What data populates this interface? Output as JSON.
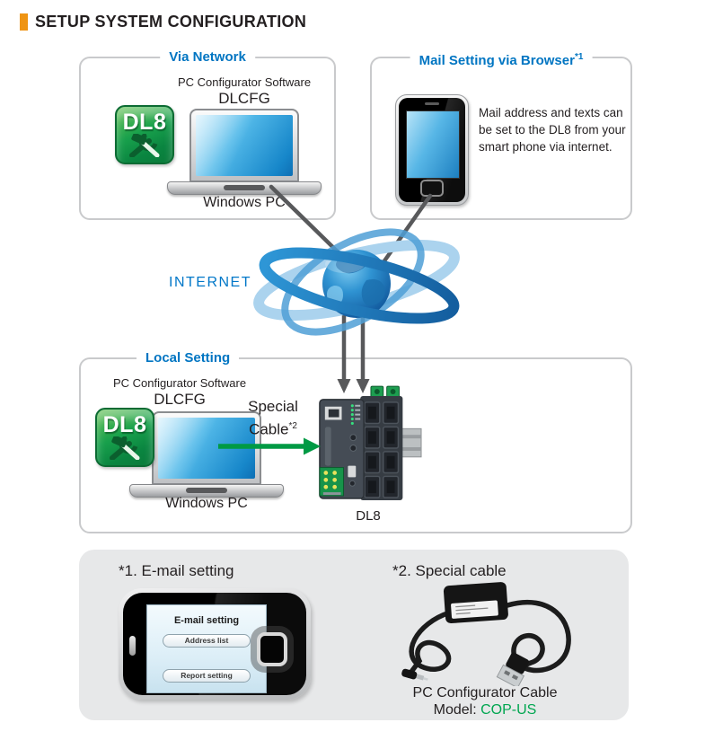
{
  "header": {
    "title": "SETUP SYSTEM CONFIGURATION"
  },
  "via_network": {
    "title": "Via Network",
    "software_label": "PC Configurator Software",
    "software_name": "DLCFG",
    "app_icon_label": "DL8",
    "pc_label": "Windows PC"
  },
  "mail_setting": {
    "title": "Mail Setting via Browser",
    "title_note": "*1",
    "description": "Mail address and texts can be set to the DL8 from your smart phone via internet."
  },
  "internet_label": "INTERNET",
  "local_setting": {
    "title": "Local Setting",
    "software_label": "PC Configurator Software",
    "software_name": "DLCFG",
    "app_icon_label": "DL8",
    "pc_label": "Windows PC",
    "cable_word1": "Special",
    "cable_word2": "Cable",
    "cable_note": "*2",
    "device_label": "DL8"
  },
  "footnotes": {
    "email": {
      "heading": "*1. E-mail setting",
      "screen_title": "E-mail setting",
      "button1": "Address list",
      "button2": "Report setting"
    },
    "cable": {
      "heading": "*2. Special cable",
      "caption": "PC Configurator Cable",
      "model_label": "Model: ",
      "model_value": "COP-US"
    }
  },
  "colors": {
    "accent_blue": "#0075c2",
    "bullet_orange": "#ef9413",
    "arrow_green": "#009a44",
    "model_green": "#00a650",
    "line_gray": "#58595b"
  }
}
